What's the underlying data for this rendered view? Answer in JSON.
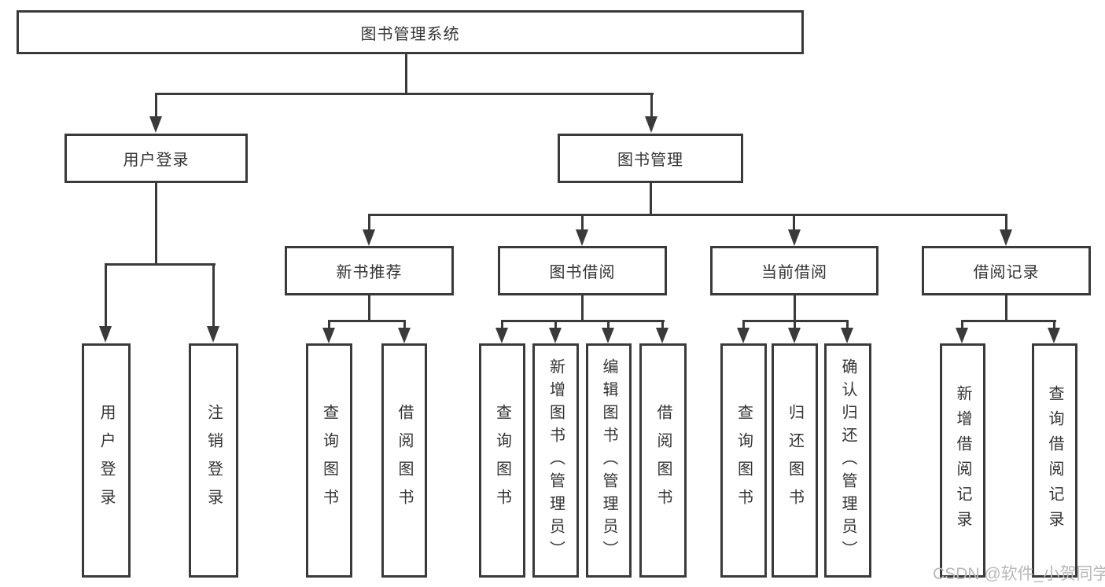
{
  "tree": {
    "root": {
      "label": "图书管理系统",
      "children": [
        {
          "label": "用户登录",
          "children": [
            {
              "label": "用户登录"
            },
            {
              "label": "注销登录"
            }
          ]
        },
        {
          "label": "图书管理",
          "children": [
            {
              "label": "新书推荐",
              "children": [
                {
                  "label": "查询图书"
                },
                {
                  "label": "借阅图书"
                }
              ]
            },
            {
              "label": "图书借阅",
              "children": [
                {
                  "label": "查询图书"
                },
                {
                  "label": "新增图书（管理员）"
                },
                {
                  "label": "编辑图书（管理员）"
                },
                {
                  "label": "借阅图书"
                }
              ]
            },
            {
              "label": "当前借阅",
              "children": [
                {
                  "label": "查询图书"
                },
                {
                  "label": "归还图书"
                },
                {
                  "label": "确认归还（管理员）"
                }
              ]
            },
            {
              "label": "借阅记录",
              "children": [
                {
                  "label": "新增借阅记录"
                },
                {
                  "label": "查询借阅记录"
                }
              ]
            }
          ]
        }
      ]
    }
  },
  "watermark": "CSDN @软件_小贺同学",
  "colors": {
    "line": "#3a3a3a",
    "text": "#333333",
    "watermark": "#b9b9b9",
    "background": "#ffffff"
  }
}
